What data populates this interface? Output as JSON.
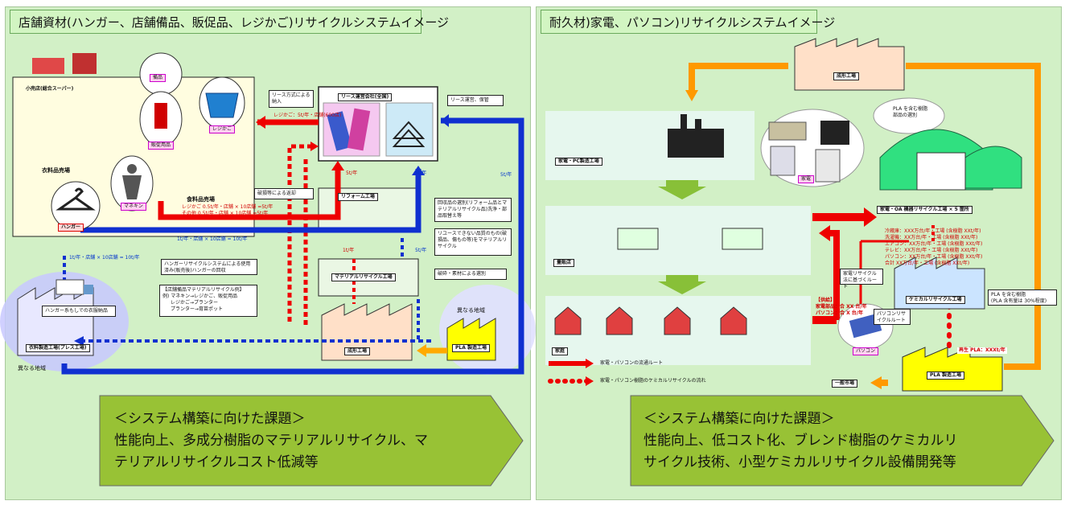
{
  "left": {
    "title": "店舗資材(ハンガー、店舗備品、販促品、レジかご)リサイクルシステムイメージ",
    "store_small": "小売店(総合スーパー)",
    "clothing_floor": "衣料品売場",
    "food_floor": "食料品売場",
    "hanger": "ハンガー",
    "fixtures": "備品",
    "promo": "販促用品",
    "basket": "レジかご",
    "mannequin": "マネキン",
    "lease_co": "リース運営会社(全国)",
    "reform": "リフォーム工場",
    "material": "マテリアルリサイクル工場",
    "molding": "成形工場",
    "pla": "PLA 製造工場",
    "clothing_factory": "衣料製造工場(プレス工場)",
    "other_region_1": "異なる地域",
    "other_region_2": "異なる地域",
    "lease_delivery": "リース方式による納入",
    "lease_ops": "リース運営、保管",
    "broken": "破損等による返却",
    "reform_note": "回収品の選別(リフォーム品とマテリアルリサイクル品)洗浄・部品取替え等",
    "reuse_note": "リユースできない品質のもの(破損品、傷もの等)をマテリアルリサイクル",
    "crush_note": "破砕・素材による選別",
    "hanger_system": "ハンガーリサイクルシステムによる使用済み(販売後)ハンガーの回収",
    "hanger_delivery": "ハンガー系もしでの衣服納品",
    "example_title": "【店舗備品マテリアルリサイクル例】",
    "example_1": "例) マネキン→レジかご、販促用品",
    "example_2": "レジかご→プランター",
    "example_3": "プランター→育苗ポット",
    "flow_basket": "レジかご：5t/年・店舗(600店)",
    "flow_food_1": "レジかご 0.5t/年・店舗 × 10店舗 =5t/年",
    "flow_food_2": "その他 0.5t/年・店舗 × 10店舗 =5t/年",
    "flow_hanger_1": "1t/年・店舗 × 10店舗 = 10t/年",
    "flow_hanger_2": "1t/年・店舗 × 10店舗 = 10t/年",
    "flow_a": "5t/年",
    "flow_b": "5t/年",
    "flow_c": "5t/年",
    "flow_d": "1t/年",
    "flow_e": "5t/年",
    "challenge_heading": "＜システム構築に向けた課題＞",
    "challenge_l1": "性能向上、多成分樹脂のマテリアルリサイクル、マ",
    "challenge_l2": "テリアルリサイクルコスト低減等"
  },
  "right": {
    "title": "耐久材)家電、パソコン)リサイクルシステムイメージ",
    "molding": "成形工場",
    "pla_select": "PLA を含む樹脂部品の選別",
    "maker": "家電・PC製造工場",
    "appliance": "家電",
    "retailer": "量販店",
    "home": "家庭",
    "pc": "パソコン",
    "recycle_plant": "家電・OA 機器リサイクル工場 × 5 箇所",
    "chem_plant": "ケミカルリサイクル工場",
    "pla_factory": "PLA 製造工場",
    "general": "一般市場",
    "law_route": "家電リサイクル法に基づくルート",
    "pc_route": "パソコンリサイクルルート",
    "pla_resin": "PLA を含む樹脂",
    "pla_content": "(PLA 含有量は 30%程度)",
    "supply": "【供給】",
    "supply_1": "家電部品：合 XX 台/年",
    "supply_2": "パソコン：合 X 台/年",
    "recycled_pla": "再生 PLA：XXXt/年",
    "legend_solid": "家電・パソコンの流通ルート",
    "legend_dotted": "家電・パソコン樹脂のケミカルリサイクルの流れ",
    "stat_1": "冷蔵庫：XXX万台/年・工場 (含樹脂 XXt/年)",
    "stat_2": "洗濯機：XX万台/年・工場 (含樹脂 XXt/年)",
    "stat_3": "エアコン：XX万台/年・工場 (含樹脂 XXt/年)",
    "stat_4": "テレビ：XX万台/年・工場 (含樹脂 XXt/年)",
    "stat_5": "パソコン：XX万台/年・工場 (含樹脂 XXt/年)",
    "stat_6": "合計 XX万台/年・工場 (含樹脂 XXt/年)",
    "challenge_heading": "＜システム構築に向けた課題＞",
    "challenge_l1": "性能向上、低コスト化、ブレンド樹脂のケミカルリ",
    "challenge_l2": "サイクル技術、小型ケミカルリサイクル設備開発等"
  },
  "colors": {
    "panel_bg": "#d2f0c6",
    "red_arrow": "#ee0000",
    "blue_arrow": "#1030d0",
    "orange_arrow": "#ff9900",
    "chevron": "#98c235",
    "pla_yellow": "#ffff00",
    "factory_peach": "#ffe0c8"
  }
}
